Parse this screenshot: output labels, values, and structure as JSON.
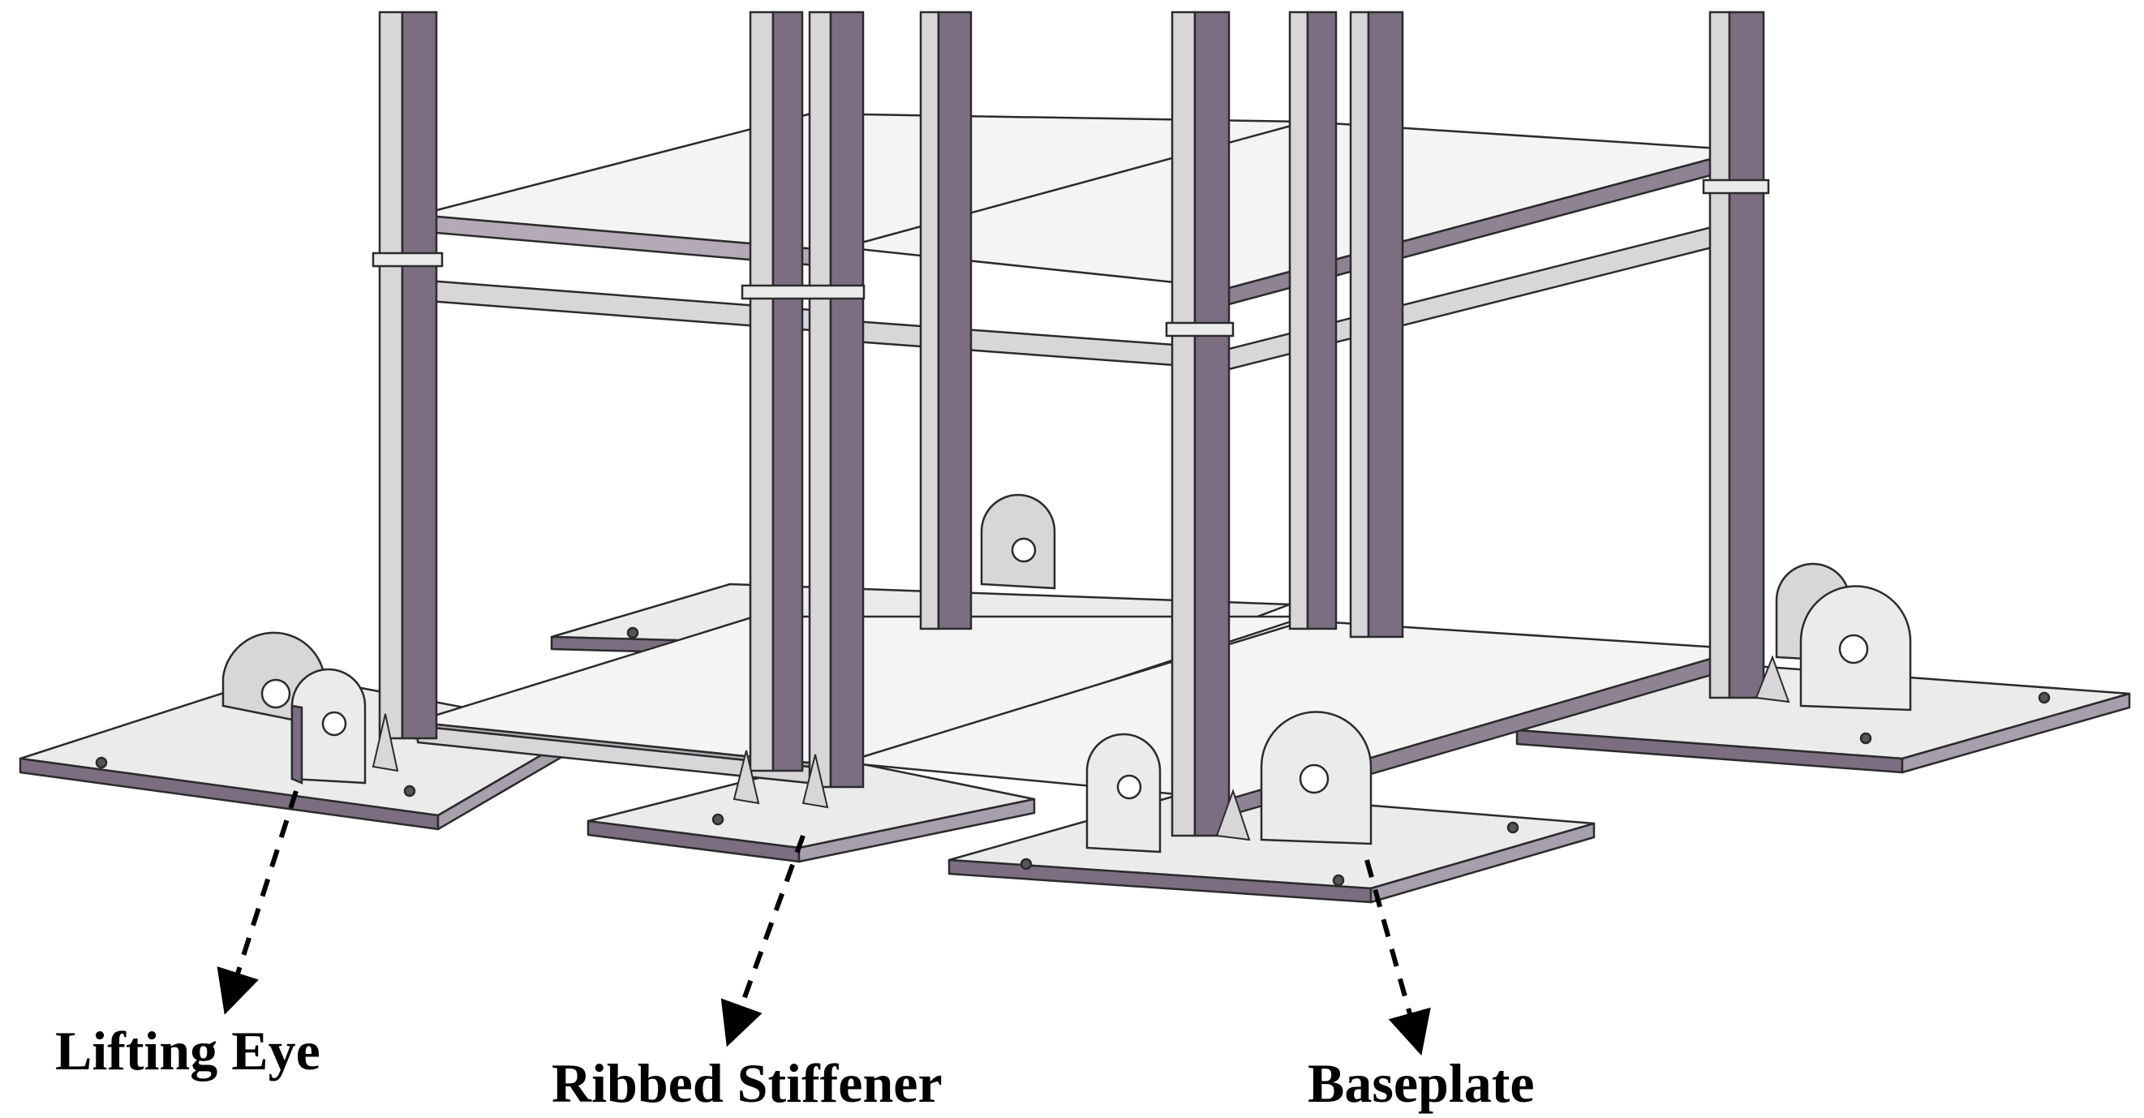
{
  "callouts": {
    "lifting_eye": "Lifting Eye",
    "ribbed_stiffener": "Ribbed Stiffener",
    "baseplate": "Baseplate"
  },
  "colors": {
    "background": "#ffffff",
    "steel_dark": "#7b6e80",
    "steel_light": "#d8d6d8",
    "steel_face": "#ecebec",
    "outline": "#2b2b2b",
    "label": "#000000"
  }
}
